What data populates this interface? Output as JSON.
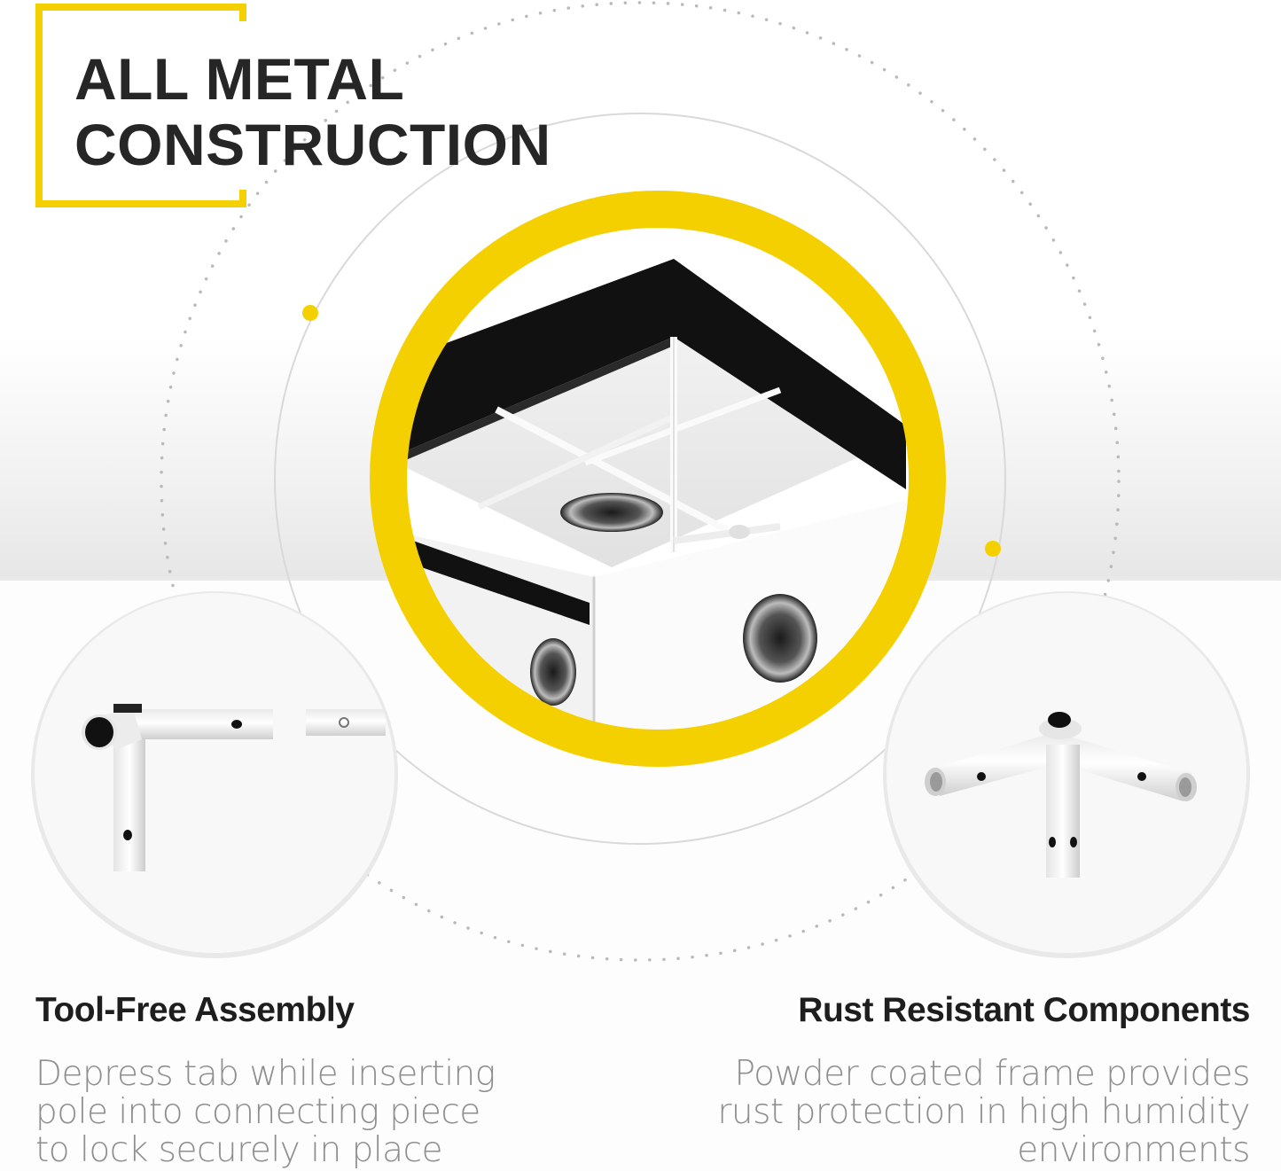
{
  "header": {
    "title_line1": "ALL METAL",
    "title_line2": "CONSTRUCTION"
  },
  "features": {
    "left": {
      "title": "Tool-Free Assembly",
      "desc_line1": "Depress tab while inserting",
      "desc_line2": "pole into connecting piece",
      "desc_line3": "to lock securely in place"
    },
    "right": {
      "title": "Rust Resistant Components",
      "desc_line1": "Powder coated frame provides",
      "desc_line2": "rust protection in high humidity",
      "desc_line3": "environments"
    }
  },
  "images": {
    "center": "tent-corner-interior-with-metal-frame",
    "left": "corner-connector-with-locking-tab",
    "right": "three-way-corner-connector"
  },
  "colors": {
    "accent": "#f5d000",
    "title_text": "#262626",
    "body_text": "#8e8e8e"
  }
}
